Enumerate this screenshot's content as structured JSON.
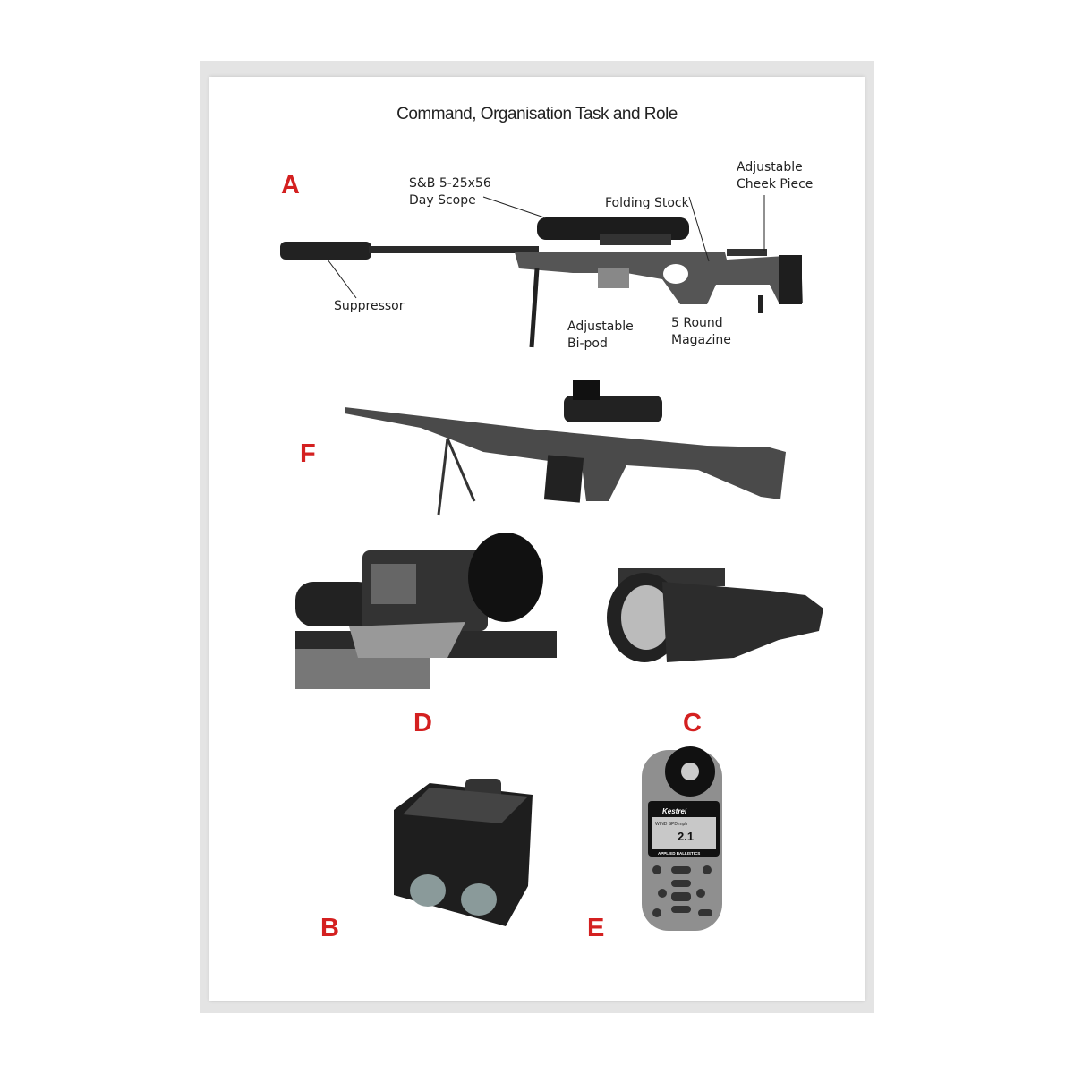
{
  "header": {
    "title": "Command, Organisation  Task and Role"
  },
  "figure_letters": {
    "a": "A",
    "f": "F",
    "d": "D",
    "c": "C",
    "b": "B",
    "e": "E"
  },
  "callouts": {
    "scope": "S&B 5-25x56\nDay Scope",
    "folding_stock": "Folding Stock",
    "cheek_piece": "Adjustable\nCheek Piece",
    "suppressor": "Suppressor",
    "bipod": "Adjustable\nBi-pod",
    "magazine": "5 Round\nMagazine"
  },
  "kestrel": {
    "brand": "Kestrel",
    "readout_label": "WIND  SPD mph",
    "readout_value": "2.1",
    "footer": "APPLIED BALLISTICS"
  },
  "colors": {
    "letter": "#d42020",
    "text": "#222222"
  }
}
